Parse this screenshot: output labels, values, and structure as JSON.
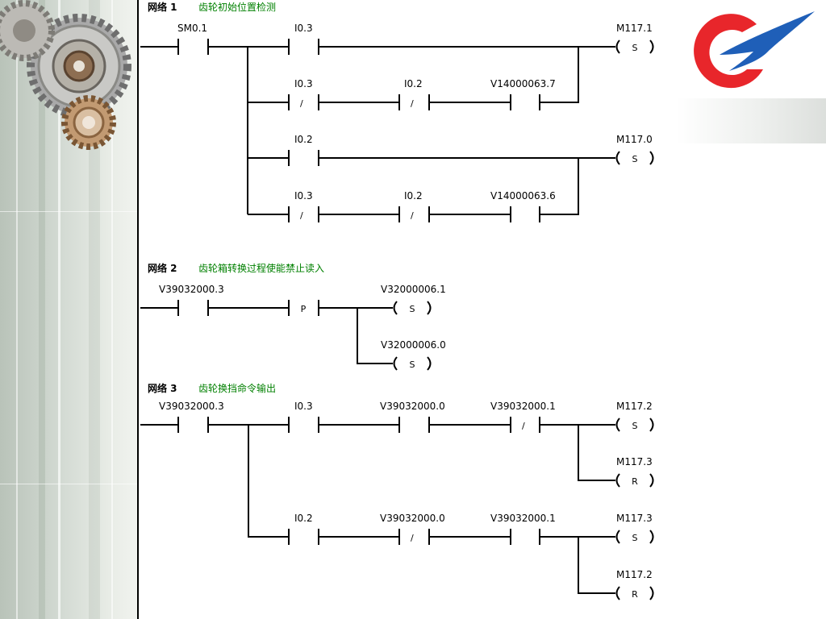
{
  "networks": [
    {
      "title": "网络 1",
      "description": "齿轮初始位置检测",
      "contacts": [
        "SM0.1",
        "I0.3",
        "I0.3",
        "I0.2",
        "V14000063.7",
        "I0.2",
        "I0.3",
        "I0.2",
        "V14000063.6"
      ],
      "coils": [
        "M117.1",
        "M117.0"
      ]
    },
    {
      "title": "网络 2",
      "description": "齿轮箱转换过程使能禁止读入",
      "contacts": [
        "V39032000.3"
      ],
      "coils": [
        "V32000006.1",
        "V32000006.0"
      ]
    },
    {
      "title": "网络 3",
      "description": "齿轮换挡命令输出",
      "contacts": [
        "V39032000.3",
        "I0.3",
        "V39032000.0",
        "V39032000.1",
        "I0.2",
        "V39032000.0",
        "V39032000.1"
      ],
      "coils": [
        "M117.2",
        "M117.3",
        "M117.3",
        "M117.2"
      ]
    }
  ],
  "symbols": {
    "set": "S",
    "reset": "R",
    "positive_edge": "P",
    "negated": "/"
  }
}
